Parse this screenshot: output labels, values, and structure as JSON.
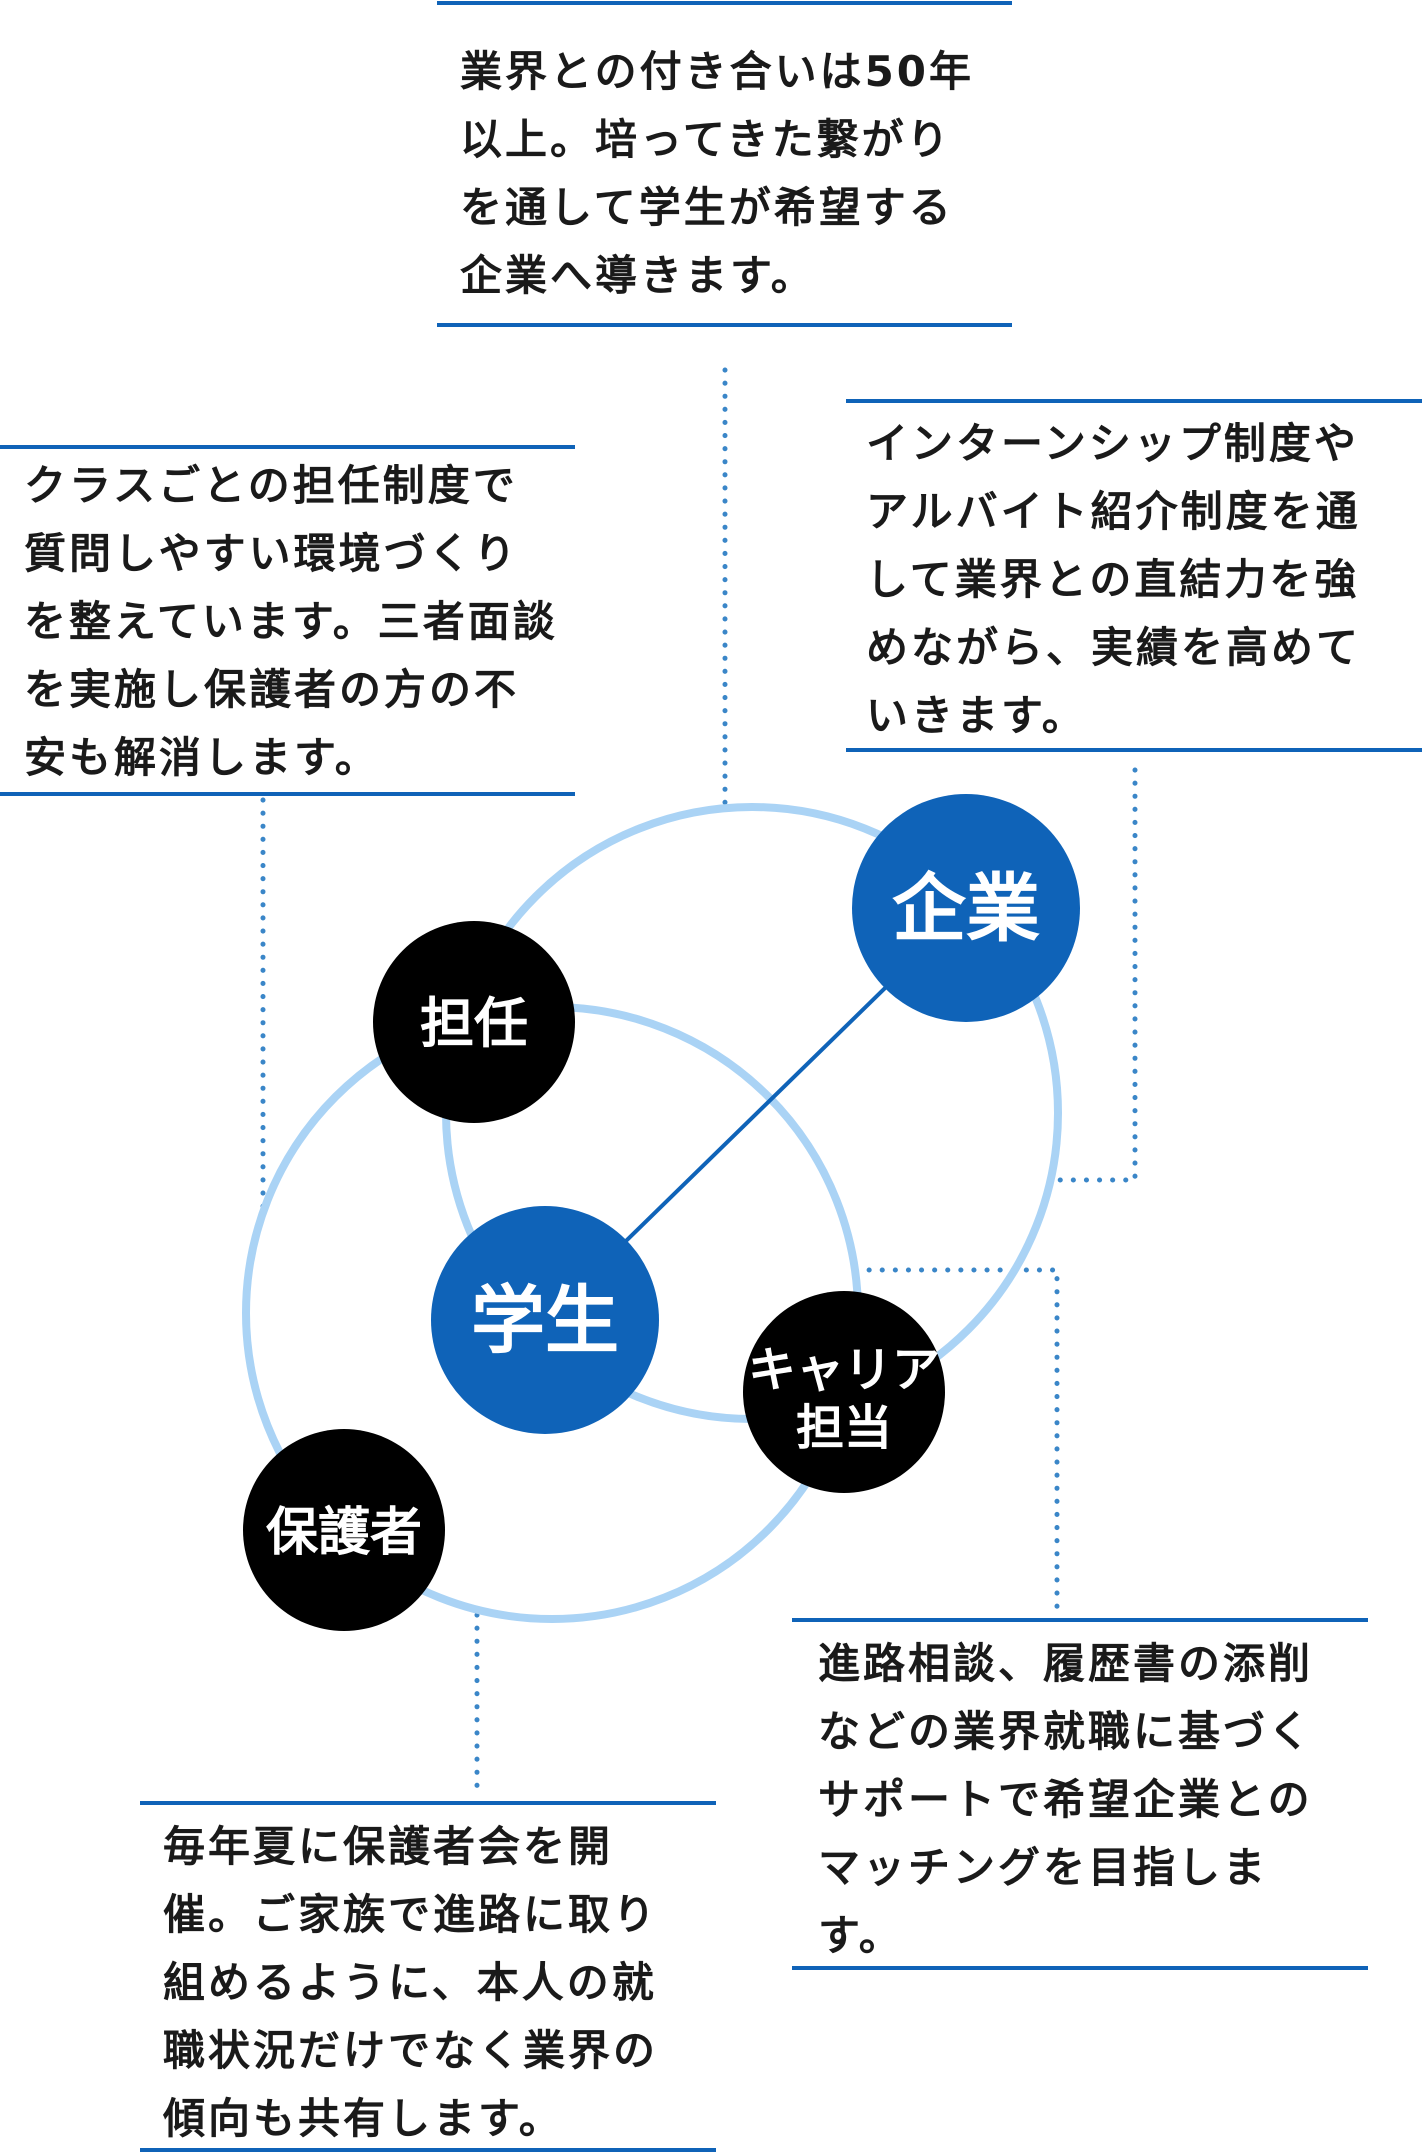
{
  "nodes": {
    "kigyo": "企業",
    "tannin": "担任",
    "gakusei": "学生",
    "career": [
      "キャリア",
      "担当"
    ],
    "hogosha": "保護者"
  },
  "texts": {
    "top": [
      "業界との付き合いは50年",
      "以上。培ってきた繋がり",
      "を通して学生が希望する",
      "企業へ導きます。"
    ],
    "left": [
      "クラスごとの担任制度で",
      "質問しやすい環境づくり",
      "を整えています。三者面談",
      "を実施し保護者の方の不",
      "安も解消します。"
    ],
    "right": [
      "インターンシップ制度や",
      "アルバイト紹介制度を通",
      "して業界との直結力を強",
      "めながら、実績を高めて",
      "いきます。"
    ],
    "bottom_right": [
      "進路相談、履歴書の添削",
      "などの業界就職に基づく",
      "サポートで希望企業との",
      "マッチングを目指しま",
      "す。"
    ],
    "bottom_left": [
      "毎年夏に保護者会を開",
      "催。ご家族で進路に取り",
      "組めるように、本人の就",
      "職状況だけでなく業界の",
      "傾向も共有します。"
    ]
  },
  "colors": {
    "accent_blue": "#0f63b8",
    "ring": "#aad3f5",
    "dot": "#3a86c8",
    "black": "#000000"
  }
}
